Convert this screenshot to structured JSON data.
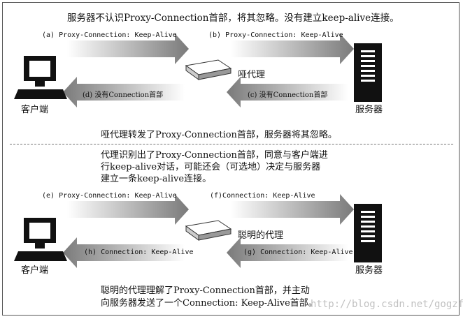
{
  "top": {
    "title": "服务器不认识Proxy-Connection首部，将其忽略。没有建立keep-alive连接。",
    "label_a": "(a) Proxy-Connection: Keep-Alive",
    "label_b": "(b) Proxy-Connection: Keep-Alive",
    "label_c": "(c) 没有Connection首部",
    "label_d": "(d) 没有Connection首部",
    "proxy_label": "哑代理",
    "client_label": "客户端",
    "server_label": "服务器",
    "caption": "哑代理转发了Proxy-Connection首部，服务器将其忽略。"
  },
  "bottom": {
    "intro_line1": "代理识别出了Proxy-Connection首部，同意与客户端进",
    "intro_line2": "行keep-alive对话，可能还会（可选地）决定与服务器",
    "intro_line3": "建立一条keep-alive连接。",
    "label_e": "(e) Proxy-Connection: Keep-Alive",
    "label_f": "(f)Connection: Keep-Alive",
    "label_g": "(g) Connection: Keep-Alive",
    "label_h": "(h) Connection: Keep-Alive",
    "proxy_label": "聪明的代理",
    "client_label": "客户端",
    "server_label": "服务器",
    "caption_line1": "聪明的代理理解了Proxy-Connection首部，并主动",
    "caption_line2": "向服务器发送了一个Connection: Keep-Alive首部。"
  },
  "watermark": "http://blog.csdn.net/gogzf"
}
